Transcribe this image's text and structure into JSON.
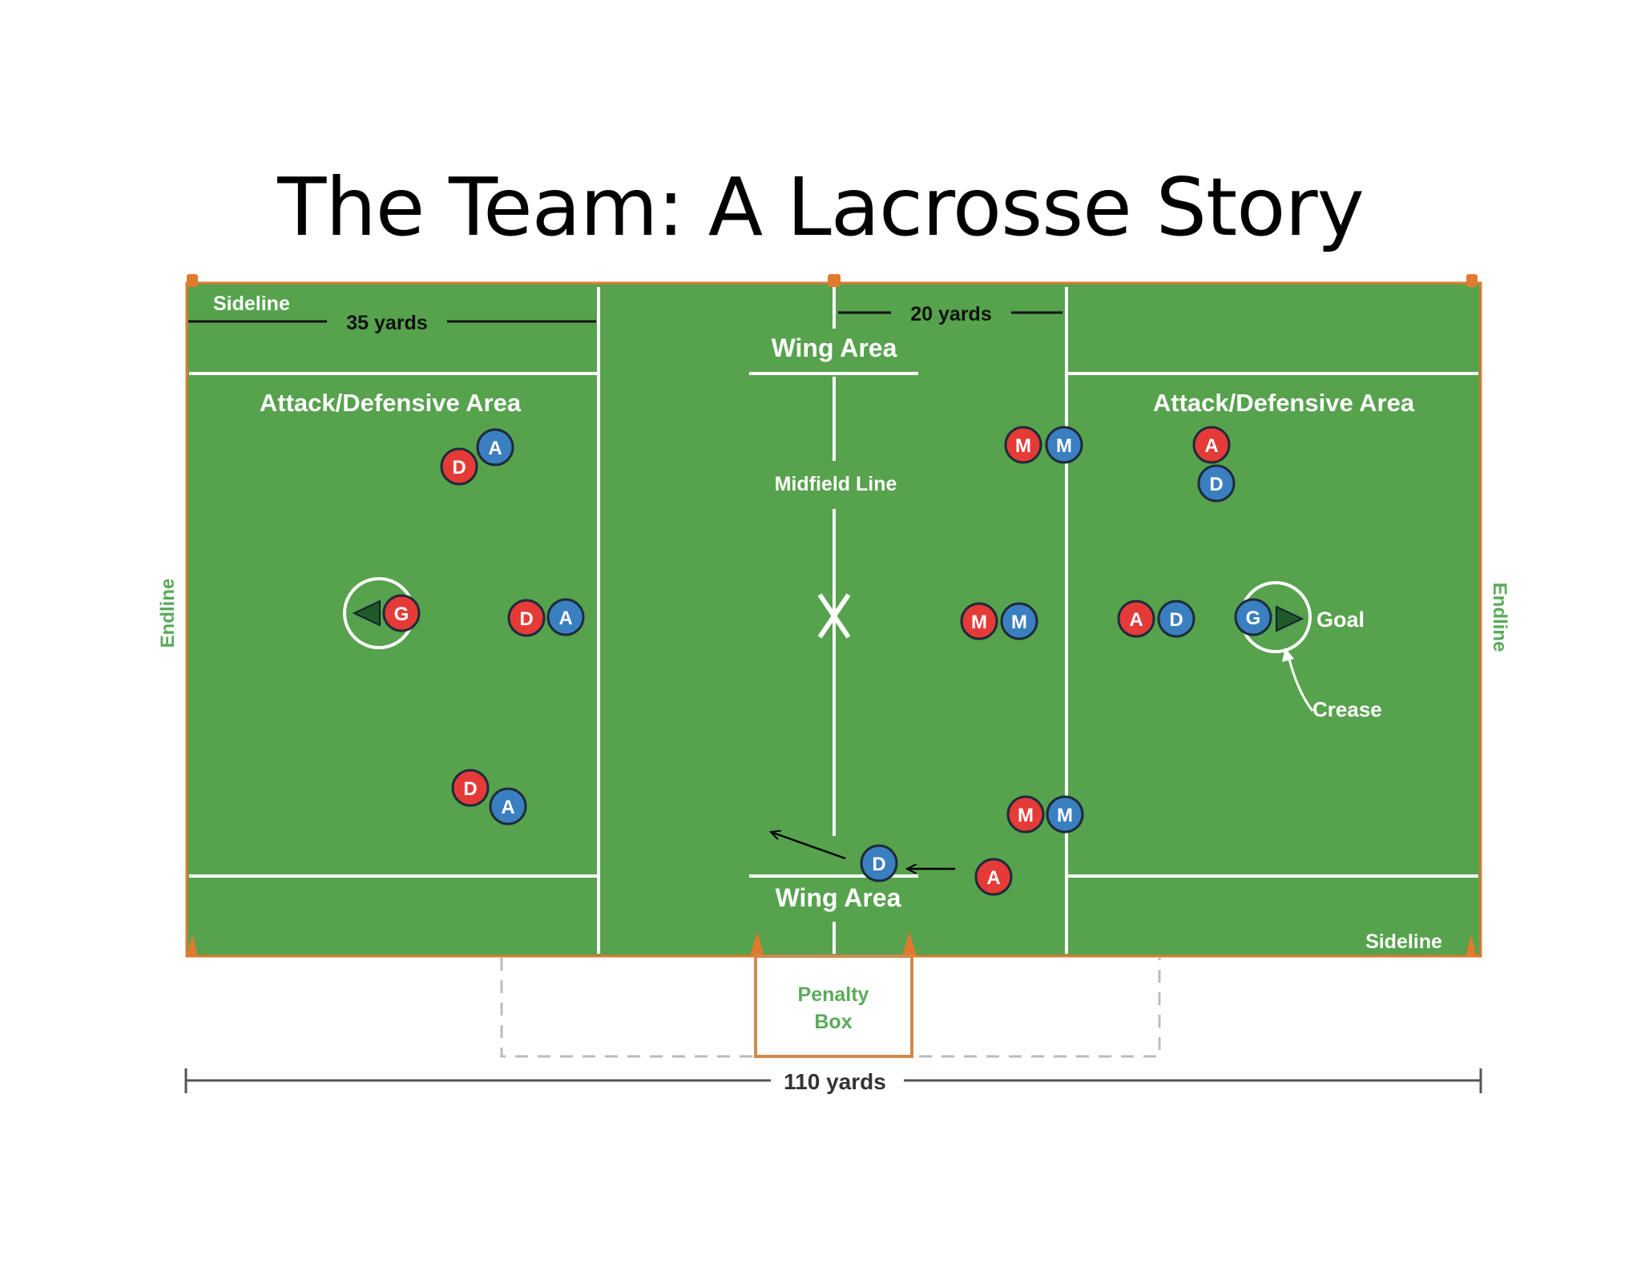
{
  "slide": {
    "title": "The Team: A Lacrosse Story"
  },
  "colors": {
    "field": "#56a24d",
    "boundary": "#e07a2e",
    "line": "#ffffff",
    "red_player": "#e53b38",
    "blue_player": "#3a7fc0",
    "outside_label": "#5aaa5a",
    "dimension": "#555555"
  },
  "labels": {
    "sideline_top": "Sideline",
    "sideline_bottom": "Sideline",
    "yards_35": "35 yards",
    "yards_20": "20 yards",
    "wing_area_top": "Wing Area",
    "wing_area_bottom": "Wing Area",
    "attack_def_left": "Attack/Defensive Area",
    "attack_def_right": "Attack/Defensive Area",
    "midfield_line": "Midfield Line",
    "goal": "Goal",
    "crease": "Crease",
    "endline_left": "Endline",
    "endline_right": "Endline",
    "penalty_line1": "Penalty",
    "penalty_line2": "Box",
    "yards_110": "110 yards"
  },
  "players": [
    {
      "team": "red",
      "letter": "D"
    },
    {
      "team": "blue",
      "letter": "A"
    },
    {
      "team": "red",
      "letter": "G"
    },
    {
      "team": "red",
      "letter": "D"
    },
    {
      "team": "blue",
      "letter": "A"
    },
    {
      "team": "red",
      "letter": "D"
    },
    {
      "team": "blue",
      "letter": "A"
    },
    {
      "team": "red",
      "letter": "M"
    },
    {
      "team": "blue",
      "letter": "M"
    },
    {
      "team": "red",
      "letter": "M"
    },
    {
      "team": "blue",
      "letter": "M"
    },
    {
      "team": "red",
      "letter": "M"
    },
    {
      "team": "blue",
      "letter": "M"
    },
    {
      "team": "red",
      "letter": "A"
    },
    {
      "team": "blue",
      "letter": "D"
    },
    {
      "team": "red",
      "letter": "A"
    },
    {
      "team": "blue",
      "letter": "D"
    },
    {
      "team": "blue",
      "letter": "G"
    },
    {
      "team": "blue",
      "letter": "D"
    },
    {
      "team": "red",
      "letter": "A"
    }
  ]
}
